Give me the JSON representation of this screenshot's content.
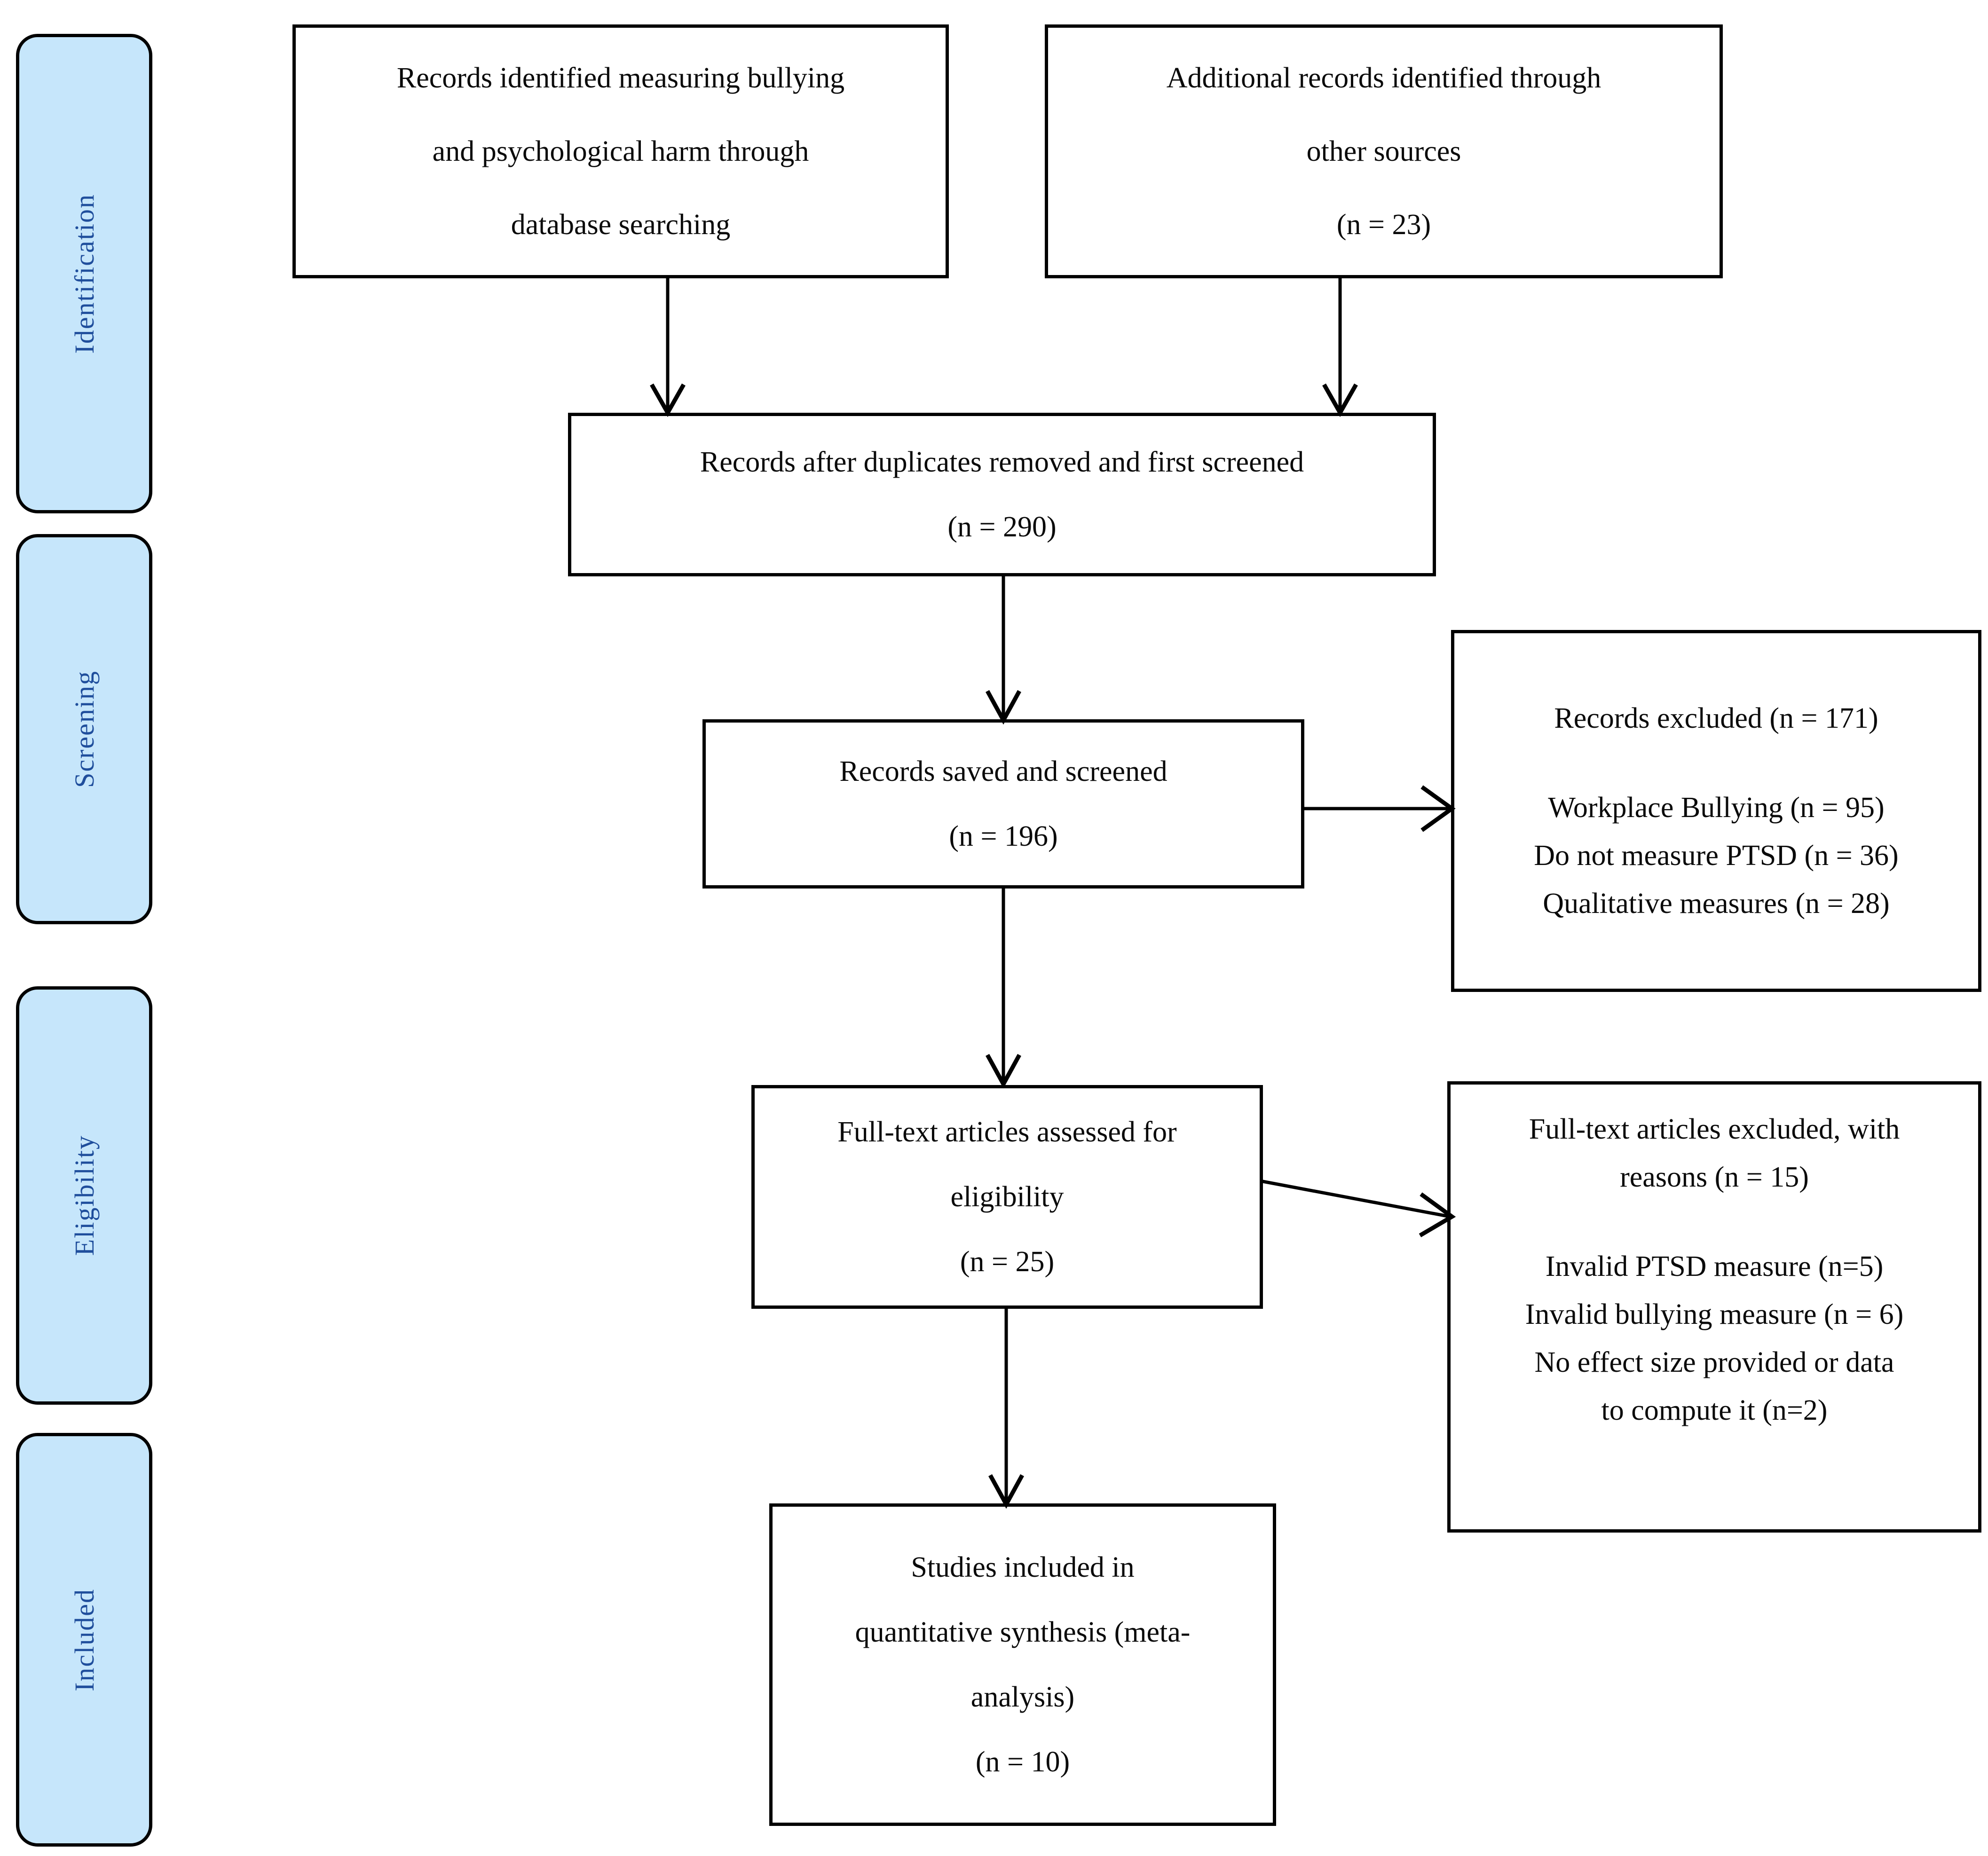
{
  "diagram": {
    "type": "prisma-flow-diagram",
    "title": "PRISMA flow diagram",
    "colors": {
      "stage_fill": "#c6e6fb",
      "stage_text": "#1f4e9c",
      "box_fill": "#ffffff",
      "box_border": "#000000",
      "connector": "#000000",
      "page_background": "#ffffff"
    }
  },
  "stages": [
    {
      "id": "identification",
      "label": "Identification"
    },
    {
      "id": "screening",
      "label": "Screening"
    },
    {
      "id": "eligibility",
      "label": "Eligibility"
    },
    {
      "id": "included",
      "label": "Included"
    }
  ],
  "boxes": {
    "records_identified": {
      "id": "records-identified",
      "lines": [
        "Records identified measuring bullying",
        "and psychological harm through",
        "database searching"
      ]
    },
    "additional_records": {
      "id": "additional-records",
      "lines": [
        "Additional records identified through",
        "other sources",
        "(n = 23)"
      ],
      "count": 23
    },
    "records_after_duplicates": {
      "id": "records-after-duplicates",
      "lines": [
        "Records after duplicates removed and first screened",
        "(n = 290)"
      ],
      "count": 290
    },
    "records_screened": {
      "id": "records-saved-and-screened",
      "lines": [
        "Records saved and screened",
        "(n = 196)"
      ],
      "count": 196
    },
    "records_excluded": {
      "id": "records-excluded",
      "lines": [
        "Records excluded (n = 171)",
        "Workplace Bullying (n = 95)",
        "Do not measure PTSD (n = 36)",
        "Qualitative measures (n = 28)"
      ],
      "count": 171,
      "reasons": [
        {
          "label": "Workplace Bullying",
          "n": 95
        },
        {
          "label": "Do not measure PTSD",
          "n": 36
        },
        {
          "label": "Qualitative measures",
          "n": 28
        }
      ]
    },
    "fulltext_assessed": {
      "id": "fulltext-articles-assessed",
      "lines": [
        "Full-text articles assessed for",
        "eligibility",
        "(n = 25)"
      ],
      "count": 25
    },
    "fulltext_excluded": {
      "id": "fulltext-articles-excluded",
      "lines": [
        "Full-text articles excluded, with",
        "reasons (n = 15)",
        "Invalid PTSD measure (n=5)",
        "Invalid bullying measure (n = 6)",
        "No effect size provided or data",
        "to compute it (n=2)"
      ],
      "count": 15,
      "reasons": [
        {
          "label": "Invalid PTSD measure",
          "n": 5
        },
        {
          "label": "Invalid bullying measure",
          "n": 6
        },
        {
          "label": "No effect size provided or data to compute it",
          "n": 2
        }
      ]
    },
    "studies_included": {
      "id": "studies-included",
      "lines": [
        "Studies included in",
        "quantitative synthesis (meta-",
        "analysis)",
        "(n = 10)"
      ],
      "count": 10
    }
  }
}
